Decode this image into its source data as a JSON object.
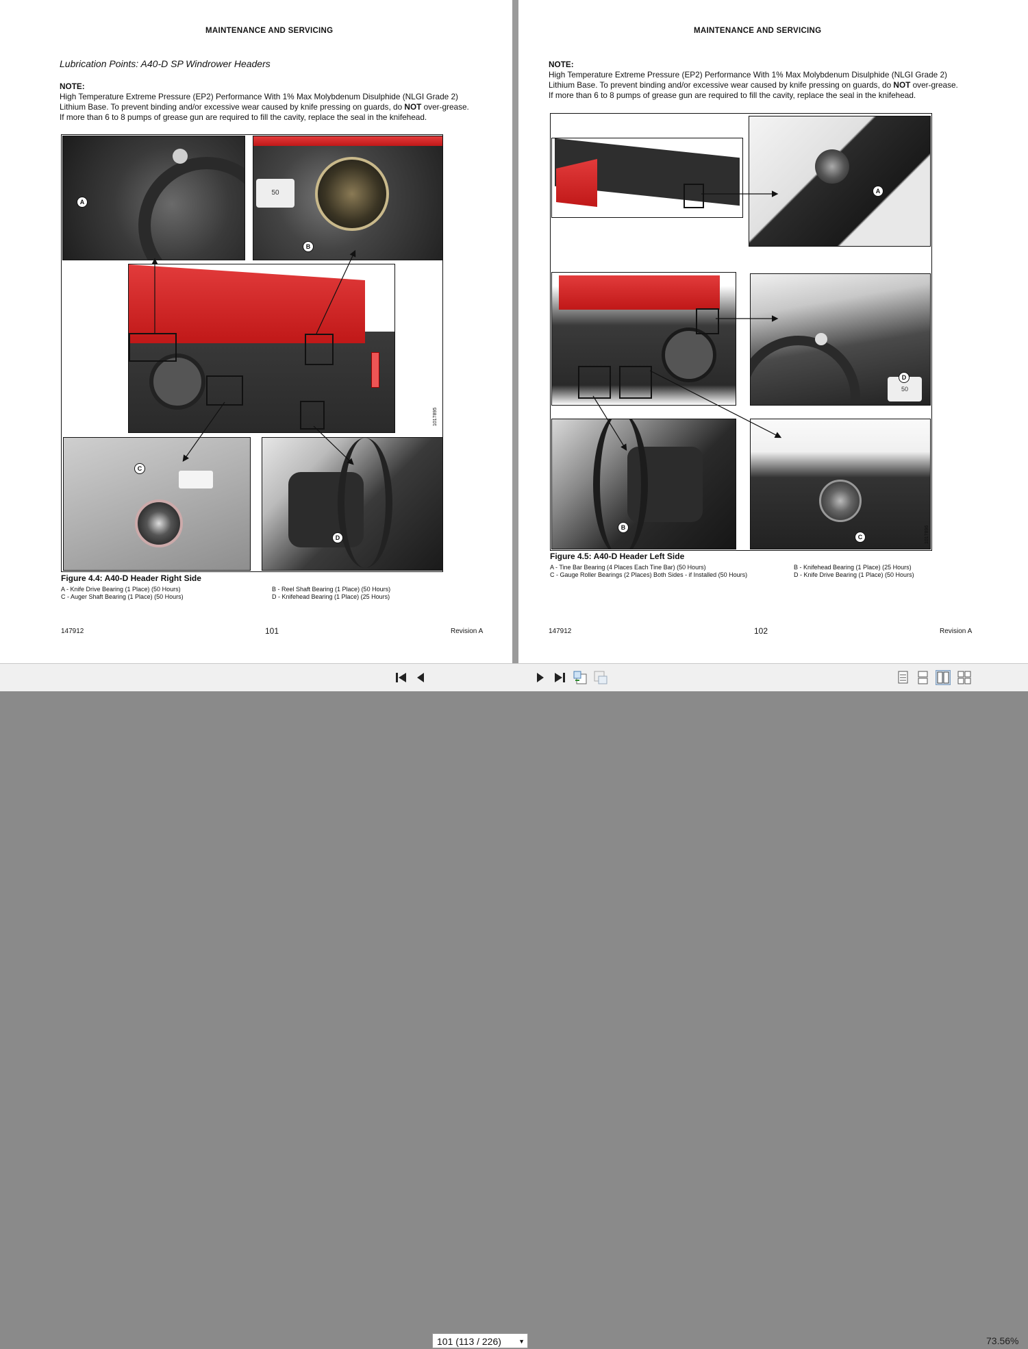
{
  "left_page": {
    "header": "MAINTENANCE AND SERVICING",
    "section_title": "Lubrication Points: A40-D SP Windrower Headers",
    "note_label": "NOTE:",
    "note_line1": "High Temperature Extreme Pressure (EP2) Performance With 1% Max Molybdenum Disulphide (NLGI Grade 2)",
    "note_line2_pre": "Lithium Base. To prevent binding and/or excessive wear caused by knife pressing on guards, do ",
    "note_line2_bold": "NOT",
    "note_line2_post": " over-grease.",
    "note_line3": "If more than 6 to 8 pumps of grease gun are required to fill the cavity, replace the seal in the knifehead.",
    "callouts": {
      "a": "A",
      "b": "B",
      "c": "C",
      "d": "D"
    },
    "photo_tag_top": "50",
    "figure_code": "1017895",
    "figure_caption": "Figure 4.4: A40-D Header Right Side",
    "legend": {
      "a": "A - Knife Drive Bearing (1 Place) (50 Hours)",
      "b": "B - Reel Shaft Bearing (1 Place) (50 Hours)",
      "c": "C - Auger Shaft Bearing (1 Place) (50 Hours)",
      "d": "D - Knifehead Bearing (1 Place) (25 Hours)"
    },
    "footer_left": "147912",
    "footer_page": "101",
    "footer_right": "Revision A"
  },
  "right_page": {
    "header": "MAINTENANCE AND SERVICING",
    "note_label": "NOTE:",
    "note_line1": "High Temperature Extreme Pressure (EP2) Performance With 1% Max Molybdenum Disulphide (NLGI Grade 2)",
    "note_line2_pre": "Lithium Base. To prevent binding and/or excessive wear caused by knife pressing on guards, do ",
    "note_line2_bold": "NOT",
    "note_line2_post": " over-grease.",
    "note_line3": "If more than 6 to 8 pumps of grease gun are required to fill the cavity, replace the seal in the knifehead.",
    "callouts": {
      "a": "A",
      "b": "B",
      "c": "C",
      "d": "D"
    },
    "photo_tag": "50",
    "figure_code": "1017896",
    "figure_caption": "Figure 4.5: A40-D Header Left Side",
    "legend": {
      "a": "A - Tine Bar Bearing (4 Places Each Tine Bar) (50 Hours)",
      "b": "B - Knifehead Bearing (1 Place) (25 Hours)",
      "c": "C - Gauge Roller Bearings (2 Places) Both Sides - if Installed (50 Hours)",
      "d": "D - Knife Drive Bearing (1 Place) (50 Hours)"
    },
    "footer_left": "147912",
    "footer_page": "102",
    "footer_right": "Revision A"
  },
  "toolbar": {
    "page_select_value": "101 (113 / 226)",
    "zoom": "73.56%",
    "icons": [
      "first-page-icon",
      "prev-page-icon",
      "next-page-icon",
      "last-page-icon",
      "go-back-icon",
      "go-forward-icon",
      "single-page-view-icon",
      "continuous-view-icon",
      "facing-pages-view-icon",
      "continuous-facing-view-icon"
    ]
  }
}
